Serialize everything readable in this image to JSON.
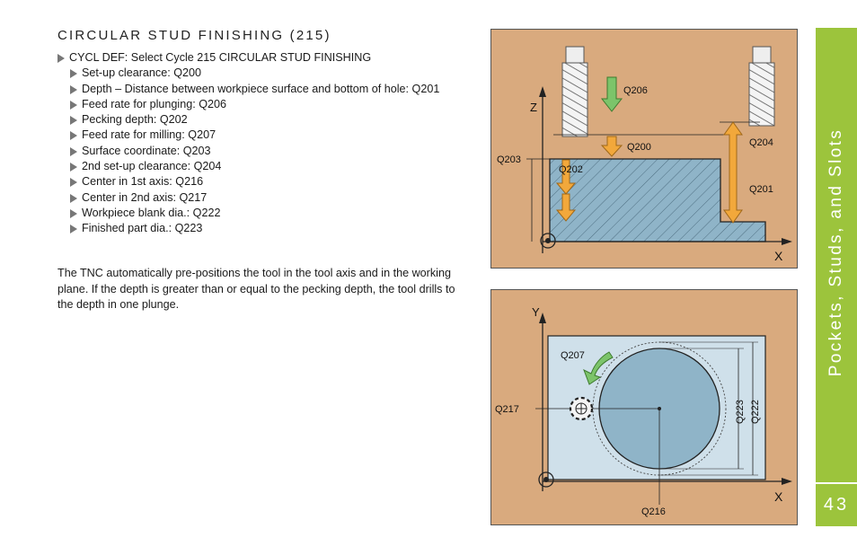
{
  "heading": "CIRCULAR STUD FINISHING (215)",
  "steps": [
    {
      "text": "CYCL DEF: Select Cycle 215 CIRCULAR STUD FINISHING",
      "level": 0
    },
    {
      "text": "Set-up clearance: Q200",
      "level": 1
    },
    {
      "text": "Depth – Distance between workpiece surface and bottom of hole: Q201",
      "level": 1
    },
    {
      "text": "Feed rate for plunging: Q206",
      "level": 1
    },
    {
      "text": "Pecking depth: Q202",
      "level": 1
    },
    {
      "text": "Feed rate for milling: Q207",
      "level": 1
    },
    {
      "text": "Surface coordinate: Q203",
      "level": 1
    },
    {
      "text": "2nd set-up clearance: Q204",
      "level": 1
    },
    {
      "text": "Center in 1st axis: Q216",
      "level": 1
    },
    {
      "text": "Center in 2nd axis: Q217",
      "level": 1
    },
    {
      "text": "Workpiece blank dia.: Q222",
      "level": 1
    },
    {
      "text": "Finished part dia.: Q223",
      "level": 1
    }
  ],
  "paragraph": "The TNC automatically pre-positions the tool in the tool axis and in the working plane. If the depth is greater than or equal to the pecking depth, the tool drills to the depth in one plunge.",
  "figure1": {
    "axis_z": "Z",
    "axis_x": "X",
    "q206": "Q206",
    "q200": "Q200",
    "q203": "Q203",
    "q202": "Q202",
    "q204": "Q204",
    "q201": "Q201"
  },
  "figure2": {
    "axis_y": "Y",
    "axis_x": "X",
    "q207": "Q207",
    "q217": "Q217",
    "q223": "Q223",
    "q222": "Q222",
    "q216": "Q216"
  },
  "sidebar": {
    "title": "Pockets, Studs, and Slots",
    "page_number": "43"
  },
  "colors": {
    "background_panel": "#d9aa7e",
    "accent_green": "#9cc43c",
    "arrow_orange": "#f2a83b",
    "arrow_green": "#7cc46a",
    "workpiece": "#8fb4c8",
    "plate": "#cfe0ea"
  }
}
